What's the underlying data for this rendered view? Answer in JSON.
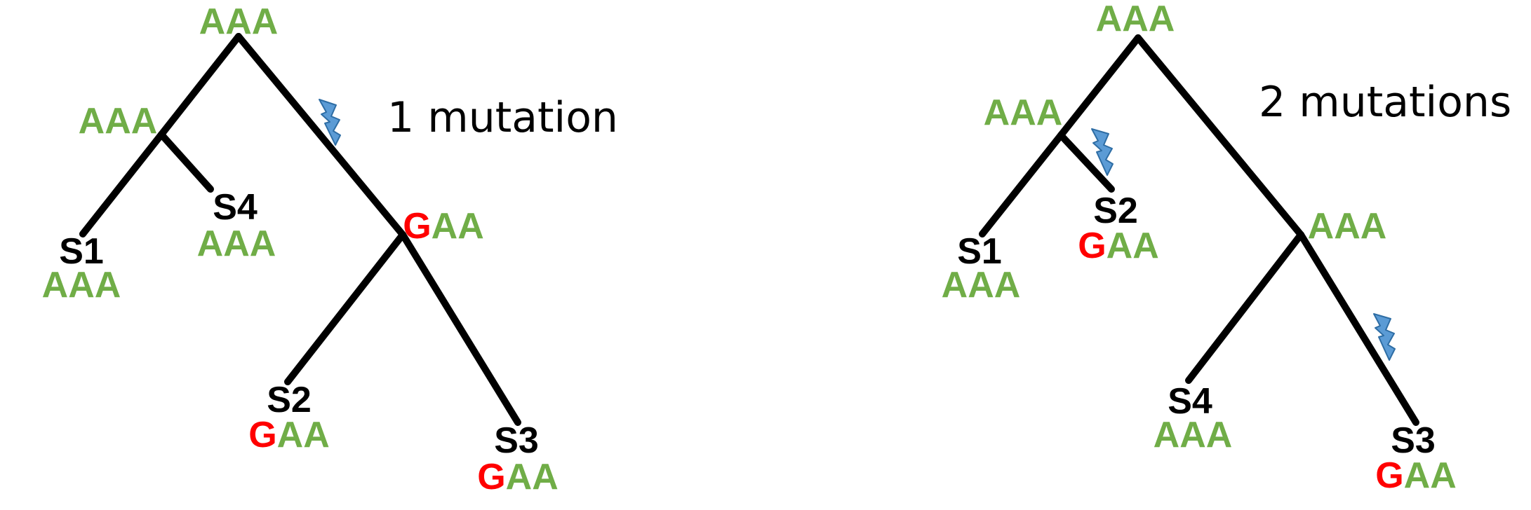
{
  "colors": {
    "match": "#70ad47",
    "mutant": "#ff0000",
    "label": "#000000",
    "bolt": "#5b9bd5"
  },
  "trees": [
    {
      "caption": "1 mutation",
      "nodes": [
        {
          "id": "root",
          "sequence": [
            "A",
            "A",
            "A"
          ],
          "mutant": [
            false,
            false,
            false
          ]
        },
        {
          "id": "left-internal",
          "sequence": [
            "A",
            "A",
            "A"
          ],
          "mutant": [
            false,
            false,
            false
          ]
        },
        {
          "id": "right-internal",
          "sequence": [
            "G",
            "A",
            "A"
          ],
          "mutant": [
            true,
            false,
            false
          ]
        },
        {
          "id": "S1",
          "label": "S1",
          "sequence": [
            "A",
            "A",
            "A"
          ],
          "mutant": [
            false,
            false,
            false
          ]
        },
        {
          "id": "S4",
          "label": "S4",
          "sequence": [
            "A",
            "A",
            "A"
          ],
          "mutant": [
            false,
            false,
            false
          ]
        },
        {
          "id": "S2",
          "label": "S2",
          "sequence": [
            "G",
            "A",
            "A"
          ],
          "mutant": [
            true,
            false,
            false
          ]
        },
        {
          "id": "S3",
          "label": "S3",
          "sequence": [
            "G",
            "A",
            "A"
          ],
          "mutant": [
            true,
            false,
            false
          ]
        }
      ],
      "mutation_icon": "lightning-bolt-icon",
      "mutation_branches": [
        "root-to-right-internal"
      ]
    },
    {
      "caption": "2 mutations",
      "nodes": [
        {
          "id": "root",
          "sequence": [
            "A",
            "A",
            "A"
          ],
          "mutant": [
            false,
            false,
            false
          ]
        },
        {
          "id": "left-internal",
          "sequence": [
            "A",
            "A",
            "A"
          ],
          "mutant": [
            false,
            false,
            false
          ]
        },
        {
          "id": "right-internal",
          "sequence": [
            "A",
            "A",
            "A"
          ],
          "mutant": [
            false,
            false,
            false
          ]
        },
        {
          "id": "S1",
          "label": "S1",
          "sequence": [
            "A",
            "A",
            "A"
          ],
          "mutant": [
            false,
            false,
            false
          ]
        },
        {
          "id": "S2",
          "label": "S2",
          "sequence": [
            "G",
            "A",
            "A"
          ],
          "mutant": [
            true,
            false,
            false
          ]
        },
        {
          "id": "S4",
          "label": "S4",
          "sequence": [
            "A",
            "A",
            "A"
          ],
          "mutant": [
            false,
            false,
            false
          ]
        },
        {
          "id": "S3",
          "label": "S3",
          "sequence": [
            "G",
            "A",
            "A"
          ],
          "mutant": [
            true,
            false,
            false
          ]
        }
      ],
      "mutation_icon": "lightning-bolt-icon",
      "mutation_branches": [
        "left-internal-to-S2",
        "right-internal-to-S3"
      ]
    }
  ]
}
